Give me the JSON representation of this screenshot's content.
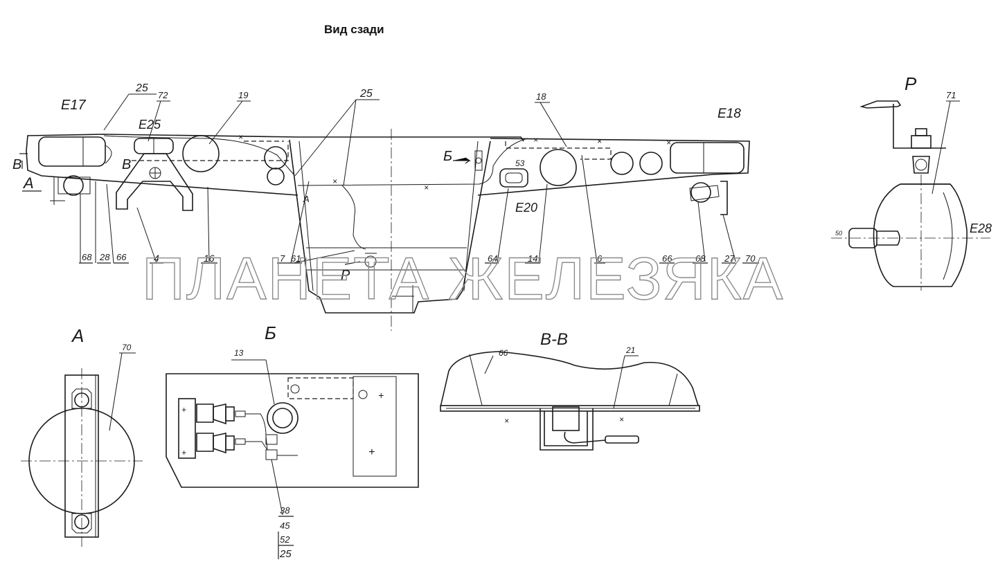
{
  "title": "Вид сзади",
  "watermark": "ПЛАНЕТА ЖЕЛЕЗЯКА",
  "views": {
    "A": "А",
    "B": "Б",
    "VV": "В-В",
    "P": "Р"
  },
  "markers": {
    "A_arrow": "А",
    "B_arrow": "Б",
    "V_left": "В",
    "V_right": "В",
    "A_small": "А",
    "P_small": "Р"
  },
  "designations": {
    "E17": "Е17",
    "E18": "Е18",
    "E20": "Е20",
    "E25": "Е25",
    "E28": "Е28"
  },
  "callouts": {
    "c25a": "25",
    "c72": "72",
    "c19": "19",
    "c25b": "25",
    "c18": "18",
    "c71": "71",
    "c53": "53",
    "c68a": "68",
    "c28": "28",
    "c66a": "66",
    "c4": "4",
    "c16": "16",
    "c7": "7",
    "c61": "61",
    "c64": "64",
    "c14": "14",
    "c6": "6",
    "c66b": "66",
    "c68b": "68",
    "c27": "27",
    "c70a": "70",
    "c50": "50",
    "c70b": "70",
    "c13": "13",
    "c38": "38",
    "c45": "45",
    "c52": "52",
    "c25c": "25",
    "c66c": "66",
    "c21": "21"
  }
}
